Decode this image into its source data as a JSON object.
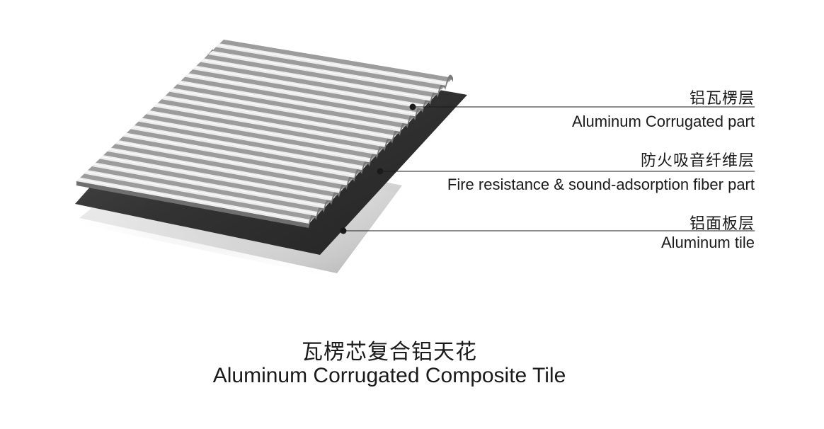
{
  "layers": [
    {
      "name_cn": "铝瓦楞层",
      "name_en": "Aluminum Corrugated part"
    },
    {
      "name_cn": "防火吸音纤维层",
      "name_en": "Fire resistance & sound-adsorption fiber part"
    },
    {
      "name_cn": "铝面板层",
      "name_en": "Aluminum tile"
    }
  ],
  "title": {
    "cn": "瓦楞芯复合铝天花",
    "en": "Aluminum Corrugated Composite Tile"
  },
  "colors": {
    "corrugated_light": "#e6e6e6",
    "corrugated_dark": "#8a8a8a",
    "fiber_layer": "#2f2f2f",
    "aluminum_tile": "#c8c8c8",
    "leader_line": "#1a1a1a",
    "text": "#1a1a1a"
  }
}
